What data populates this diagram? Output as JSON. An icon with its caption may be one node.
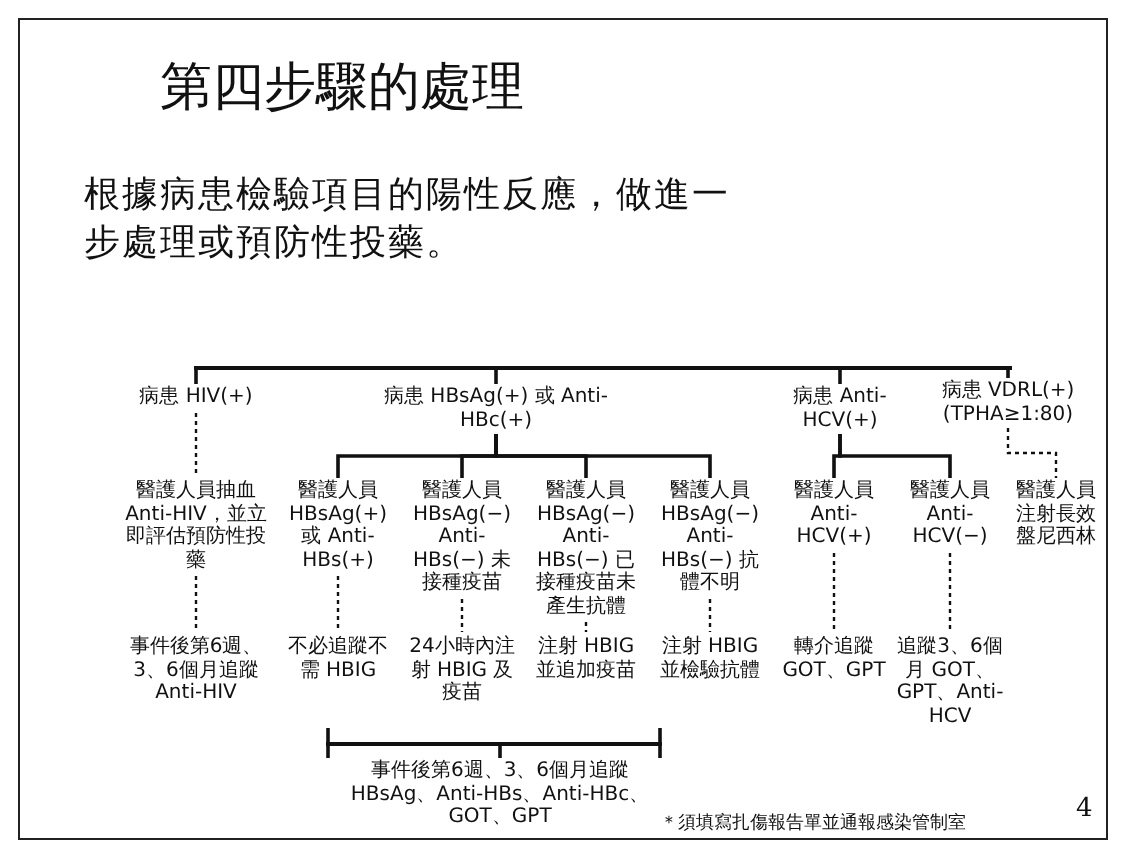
{
  "diagram": {
    "title": "第四步驟的處理",
    "nodes": [
      {
        "text": [
          "病患 HIV(+)"
        ]
      },
      {
        "text": [
          "病患 HBsAg(+) 或 Anti-HBc(+)"
        ]
      },
      {
        "text": [
          "病患 Anti-HCV(+)"
        ]
      },
      {
        "text": [
          "病患 VDRL(+) (TPHA≥1:80)"
        ]
      },
      {
        "text": [
          "醫護人員抽血 Anti-HIV，並立即評估預防性投藥"
        ]
      },
      {
        "text": [
          "事件後第6週、3、6個月追蹤 Anti-HIV"
        ]
      },
      {
        "text": [
          "醫護人員 HBsAg(+) 或 Anti-HBs(+)"
        ]
      },
      {
        "text": [
          "醫護人員 HBsAg(−) Anti-HBs(−) 未接種疫苗"
        ]
      },
      {
        "text": [
          "醫護人員 HBsAg(−) Anti-HBs(−) 已接種疫苗未產生抗體"
        ]
      },
      {
        "text": [
          "醫護人員 HBsAg(−) Anti-HBs(−) 抗體不明"
        ]
      },
      {
        "text": [
          "不必追蹤不需 HBIG"
        ]
      },
      {
        "text": [
          "24小時內注射 HBIG 及疫苗"
        ]
      },
      {
        "text": [
          "注射 HBIG 並追加疫苗"
        ]
      },
      {
        "text": [
          "注射 HBIG 並檢驗抗體"
        ]
      },
      {
        "text": [
          "醫護人員 Anti-HCV(+)"
        ]
      },
      {
        "text": [
          "醫護人員 Anti-HCV(−)"
        ]
      },
      {
        "text": [
          "轉介追蹤 GOT、GPT"
        ]
      },
      {
        "text": [
          "追蹤3、6個月 GOT、GPT、Anti-HCV"
        ]
      },
      {
        "text": [
          "醫護人員注射長效盤尼西林"
        ]
      },
      {
        "text": [
          "事件後第6週、3、6個月追蹤 HBsAg、Anti-HBs、Anti-HBc、GOT、GPT"
        ]
      },
      {
        "text": [],
        "shape": "bar"
      },
      {
        "text": [],
        "shape": "bar"
      }
    ],
    "edges": [
      {
        "from": 20,
        "to": 0,
        "arrow": "none"
      },
      {
        "from": 20,
        "to": 1,
        "arrow": "none"
      },
      {
        "from": 20,
        "to": 2,
        "arrow": "none"
      },
      {
        "from": 20,
        "to": 3,
        "arrow": "none"
      },
      {
        "from": 0,
        "to": 4,
        "arrow": "none",
        "style": "dashed"
      },
      {
        "from": 4,
        "to": 5,
        "arrow": "none",
        "style": "dashed"
      },
      {
        "from": 1,
        "to": 6,
        "arrow": "none"
      },
      {
        "from": 1,
        "to": 7,
        "arrow": "none"
      },
      {
        "from": 1,
        "to": 8,
        "arrow": "none"
      },
      {
        "from": 1,
        "to": 9,
        "arrow": "none"
      },
      {
        "from": 6,
        "to": 10,
        "arrow": "none",
        "style": "dashed"
      },
      {
        "from": 7,
        "to": 11,
        "arrow": "none",
        "style": "dashed"
      },
      {
        "from": 8,
        "to": 12,
        "arrow": "none",
        "style": "dashed"
      },
      {
        "from": 9,
        "to": 13,
        "arrow": "none",
        "style": "dashed"
      },
      {
        "from": 2,
        "to": 14,
        "arrow": "none"
      },
      {
        "from": 2,
        "to": 15,
        "arrow": "none"
      },
      {
        "from": 14,
        "to": 16,
        "arrow": "none",
        "style": "dashed"
      },
      {
        "from": 15,
        "to": 17,
        "arrow": "none",
        "style": "dashed"
      },
      {
        "from": 3,
        "to": 18,
        "arrow": "none",
        "style": "dashed"
      },
      {
        "from": 21,
        "to": 19,
        "arrow": "none"
      }
    ],
    "labels": [
      "根據病患檢驗項目的陽性反應，做進一步處理或預防性投藥。",
      "＊須填寫扎傷報告單並通報感染管制室",
      "4"
    ]
  }
}
